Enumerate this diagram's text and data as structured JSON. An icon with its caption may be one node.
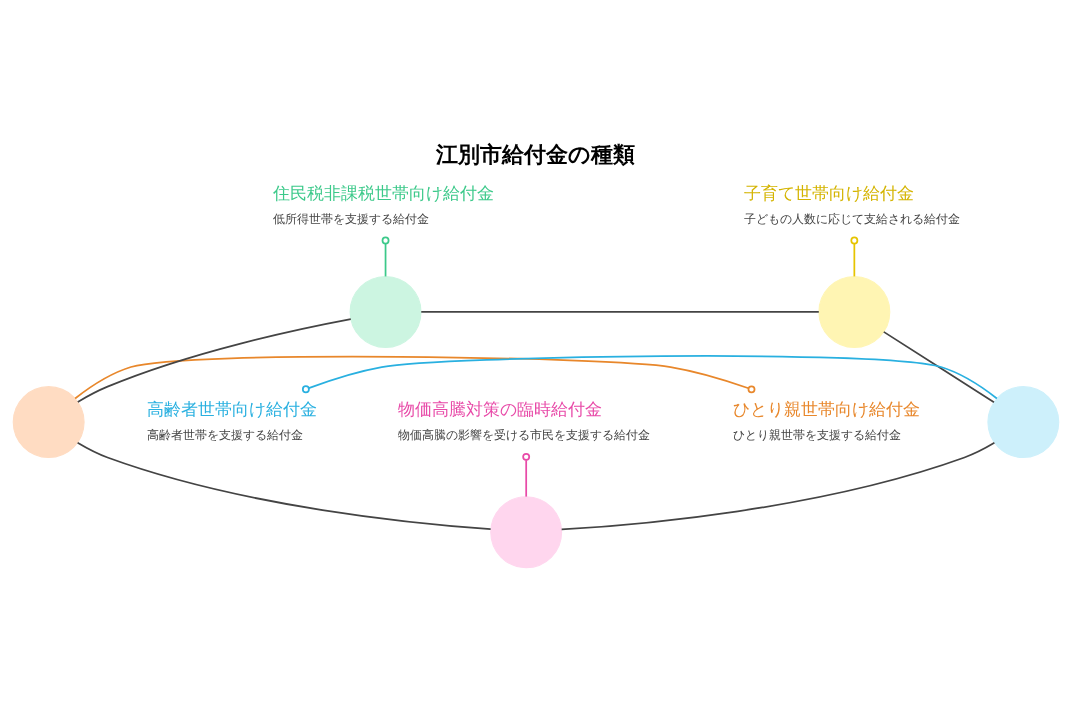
{
  "diagram": {
    "title": "江別市給付金の種類",
    "nodes": [
      {
        "text": [
          "住民税非課税世帯向け給付金"
        ],
        "beside": [
          "低所得世帯を支援する給付金"
        ]
      },
      {
        "text": [],
        "shape": "circle"
      },
      {
        "text": [
          "子育て世帯向け給付金"
        ],
        "beside": [
          "子どもの人数に応じて支給される給付金"
        ]
      },
      {
        "text": [],
        "shape": "circle"
      },
      {
        "text": [
          "ひとり親世帯向け給付金"
        ],
        "beside": [
          "ひとり親世帯を支援する給付金"
        ]
      },
      {
        "text": [],
        "shape": "circle"
      },
      {
        "text": [],
        "shape": "circle"
      },
      {
        "text": [
          "高齢者世帯向け給付金"
        ],
        "beside": [
          "高齢者世帯を支援する給付金"
        ]
      },
      {
        "text": [],
        "shape": "circle"
      },
      {
        "text": [
          "物価高騰対策の臨時給付金"
        ],
        "beside": [
          "物価高騰の影響を受ける市民を支援する給付金"
        ]
      }
    ],
    "edges": [
      {
        "from": 0,
        "to": 1,
        "arrow": "other",
        "color": "#3cc98a"
      },
      {
        "from": 2,
        "to": 3,
        "arrow": "other",
        "color": "#e6c400"
      },
      {
        "from": 4,
        "to": 5,
        "arrow": "other",
        "color": "#e8872b"
      },
      {
        "from": 7,
        "to": 6,
        "arrow": "other",
        "color": "#29b0e0"
      },
      {
        "from": 9,
        "to": 8,
        "arrow": "other",
        "color": "#e84aa8"
      },
      {
        "from": 1,
        "to": 3,
        "arrow": "none"
      },
      {
        "from": 3,
        "to": 6,
        "arrow": "none"
      },
      {
        "from": 6,
        "to": 8,
        "arrow": "none"
      },
      {
        "from": 8,
        "to": 5,
        "arrow": "none"
      },
      {
        "from": 5,
        "to": 1,
        "arrow": "none"
      }
    ]
  }
}
